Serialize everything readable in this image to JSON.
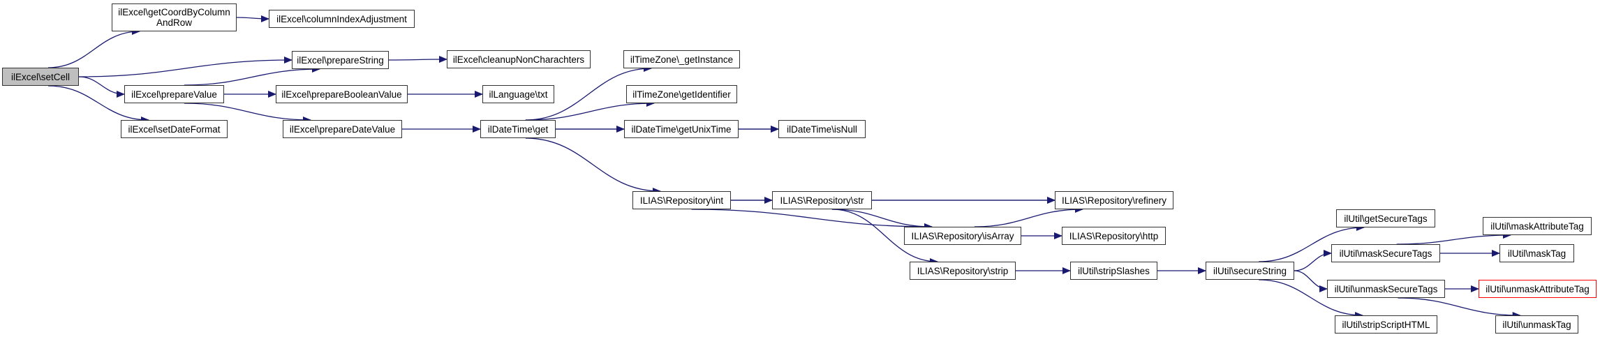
{
  "graph": {
    "type": "call-graph",
    "edge_color": "#191970",
    "node_border_color": "#333333",
    "root_fill_color": "#bfbfbf",
    "missing_border_color": "#ff0000",
    "nodes": [
      {
        "id": "setCell",
        "label": "ilExcel\\setCell",
        "kind": "root"
      },
      {
        "id": "getCoordByColumnAndRow",
        "label": "ilExcel\\getCoordByColumn\nAndRow",
        "kind": "normal"
      },
      {
        "id": "columnIndexAdjustment",
        "label": "ilExcel\\columnIndexAdjustment",
        "kind": "normal"
      },
      {
        "id": "prepareString",
        "label": "ilExcel\\prepareString",
        "kind": "normal"
      },
      {
        "id": "cleanupNonCharachters",
        "label": "ilExcel\\cleanupNonCharachters",
        "kind": "normal"
      },
      {
        "id": "prepareValue",
        "label": "ilExcel\\prepareValue",
        "kind": "normal"
      },
      {
        "id": "prepareBooleanValue",
        "label": "ilExcel\\prepareBooleanValue",
        "kind": "normal"
      },
      {
        "id": "ilLanguageTxt",
        "label": "ilLanguage\\txt",
        "kind": "normal"
      },
      {
        "id": "setDateFormat",
        "label": "ilExcel\\setDateFormat",
        "kind": "normal"
      },
      {
        "id": "prepareDateValue",
        "label": "ilExcel\\prepareDateValue",
        "kind": "normal"
      },
      {
        "id": "dtGet",
        "label": "ilDateTime\\get",
        "kind": "normal"
      },
      {
        "id": "tzGetInstance",
        "label": "ilTimeZone\\_getInstance",
        "kind": "normal"
      },
      {
        "id": "tzGetIdentifier",
        "label": "ilTimeZone\\getIdentifier",
        "kind": "normal"
      },
      {
        "id": "dtGetUnixTime",
        "label": "ilDateTime\\getUnixTime",
        "kind": "normal"
      },
      {
        "id": "dtIsNull",
        "label": "ilDateTime\\isNull",
        "kind": "normal"
      },
      {
        "id": "repoInt",
        "label": "ILIAS\\Repository\\int",
        "kind": "normal"
      },
      {
        "id": "repoStr",
        "label": "ILIAS\\Repository\\str",
        "kind": "normal"
      },
      {
        "id": "repoRefinery",
        "label": "ILIAS\\Repository\\refinery",
        "kind": "normal"
      },
      {
        "id": "repoIsArray",
        "label": "ILIAS\\Repository\\isArray",
        "kind": "normal"
      },
      {
        "id": "repoHttp",
        "label": "ILIAS\\Repository\\http",
        "kind": "normal"
      },
      {
        "id": "repoStrip",
        "label": "ILIAS\\Repository\\strip",
        "kind": "normal"
      },
      {
        "id": "stripSlashes",
        "label": "ilUtil\\stripSlashes",
        "kind": "normal"
      },
      {
        "id": "secureString",
        "label": "ilUtil\\secureString",
        "kind": "normal"
      },
      {
        "id": "getSecureTags",
        "label": "ilUtil\\getSecureTags",
        "kind": "normal"
      },
      {
        "id": "maskSecureTags",
        "label": "ilUtil\\maskSecureTags",
        "kind": "normal"
      },
      {
        "id": "unmaskSecureTags",
        "label": "ilUtil\\unmaskSecureTags",
        "kind": "normal"
      },
      {
        "id": "stripScriptHTML",
        "label": "ilUtil\\stripScriptHTML",
        "kind": "normal"
      },
      {
        "id": "maskAttributeTag",
        "label": "ilUtil\\maskAttributeTag",
        "kind": "normal"
      },
      {
        "id": "maskTag",
        "label": "ilUtil\\maskTag",
        "kind": "normal"
      },
      {
        "id": "unmaskAttributeTag",
        "label": "ilUtil\\unmaskAttributeTag",
        "kind": "missing"
      },
      {
        "id": "unmaskTag",
        "label": "ilUtil\\unmaskTag",
        "kind": "normal"
      }
    ],
    "edges": [
      [
        "setCell",
        "getCoordByColumnAndRow"
      ],
      [
        "setCell",
        "prepareString"
      ],
      [
        "setCell",
        "prepareValue"
      ],
      [
        "setCell",
        "setDateFormat"
      ],
      [
        "getCoordByColumnAndRow",
        "columnIndexAdjustment"
      ],
      [
        "prepareString",
        "cleanupNonCharachters"
      ],
      [
        "prepareValue",
        "prepareString"
      ],
      [
        "prepareValue",
        "prepareBooleanValue"
      ],
      [
        "prepareValue",
        "prepareDateValue"
      ],
      [
        "prepareBooleanValue",
        "ilLanguageTxt"
      ],
      [
        "prepareDateValue",
        "dtGet"
      ],
      [
        "dtGet",
        "tzGetInstance"
      ],
      [
        "dtGet",
        "tzGetIdentifier"
      ],
      [
        "dtGet",
        "dtGetUnixTime"
      ],
      [
        "dtGet",
        "dtIsNull"
      ],
      [
        "dtGet",
        "repoInt"
      ],
      [
        "dtGetUnixTime",
        "dtIsNull"
      ],
      [
        "repoInt",
        "repoRefinery"
      ],
      [
        "repoInt",
        "repoStr"
      ],
      [
        "repoInt",
        "repoIsArray"
      ],
      [
        "repoStr",
        "repoRefinery"
      ],
      [
        "repoStr",
        "repoIsArray"
      ],
      [
        "repoStr",
        "repoStrip"
      ],
      [
        "repoIsArray",
        "repoRefinery"
      ],
      [
        "repoIsArray",
        "repoHttp"
      ],
      [
        "repoStrip",
        "stripSlashes"
      ],
      [
        "stripSlashes",
        "secureString"
      ],
      [
        "secureString",
        "getSecureTags"
      ],
      [
        "secureString",
        "maskSecureTags"
      ],
      [
        "secureString",
        "unmaskSecureTags"
      ],
      [
        "secureString",
        "stripScriptHTML"
      ],
      [
        "maskSecureTags",
        "maskAttributeTag"
      ],
      [
        "maskSecureTags",
        "maskTag"
      ],
      [
        "unmaskSecureTags",
        "unmaskAttributeTag"
      ],
      [
        "unmaskSecureTags",
        "unmaskTag"
      ]
    ]
  }
}
